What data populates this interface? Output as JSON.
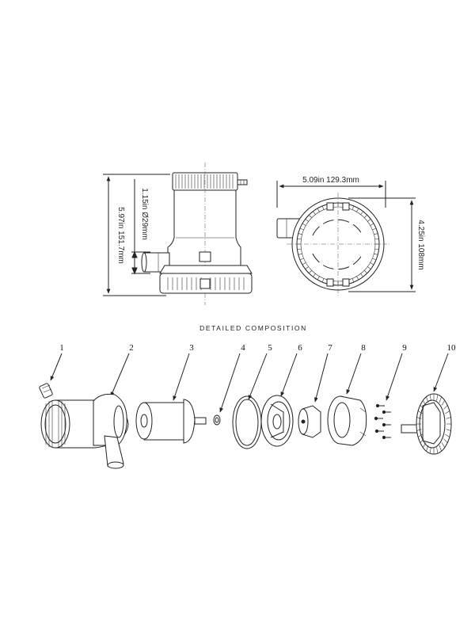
{
  "dimensions": {
    "overall_height": "5.97in  151.7mm",
    "outlet_diameter": "1.15in  Ø29mm",
    "width": "5.09in  129.3mm",
    "base_height": "4.25in  108mm"
  },
  "section_title": "DETAILED COMPOSITION",
  "part_numbers": [
    "1",
    "2",
    "3",
    "4",
    "5",
    "6",
    "7",
    "8",
    "9",
    "10"
  ]
}
